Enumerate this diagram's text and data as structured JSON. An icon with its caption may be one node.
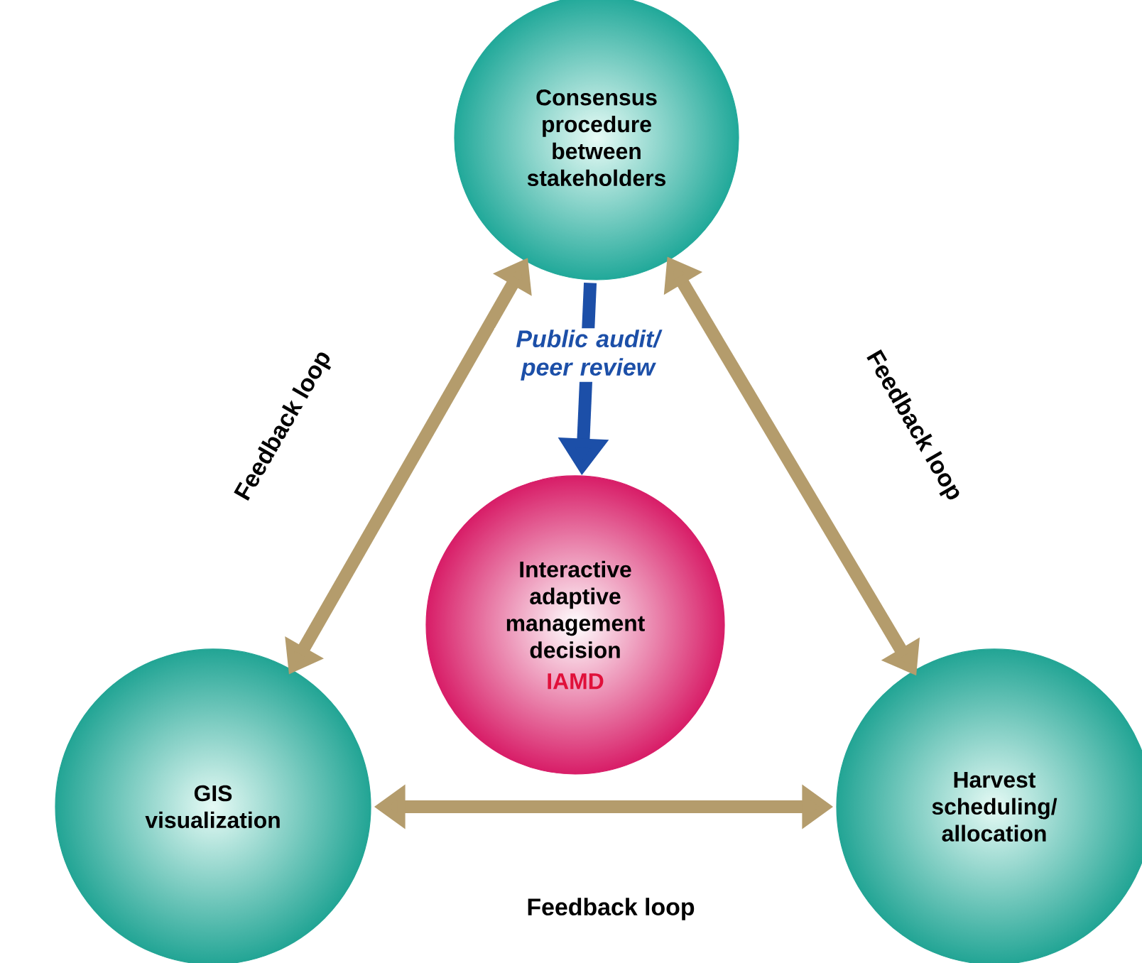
{
  "diagram": {
    "nodes": [
      {
        "text": [
          "Consensus procedure between stakeholders"
        ]
      },
      {
        "text": [
          "Interactive adaptive management decision",
          "IAMD"
        ]
      },
      {
        "text": [
          "GIS visualization"
        ]
      },
      {
        "text": [
          "Harvest scheduling/ allocation"
        ]
      }
    ],
    "edges": [
      {
        "from": 0,
        "to": 2,
        "arrow": "both",
        "label": "Feedback loop"
      },
      {
        "from": 0,
        "to": 3,
        "arrow": "both",
        "label": "Feedback loop"
      },
      {
        "from": 2,
        "to": 3,
        "arrow": "both",
        "label": "Feedback loop"
      },
      {
        "from": 0,
        "to": 1,
        "arrow": "to",
        "label": "Public audit/ peer review",
        "color": "#1c4fa8"
      }
    ]
  }
}
